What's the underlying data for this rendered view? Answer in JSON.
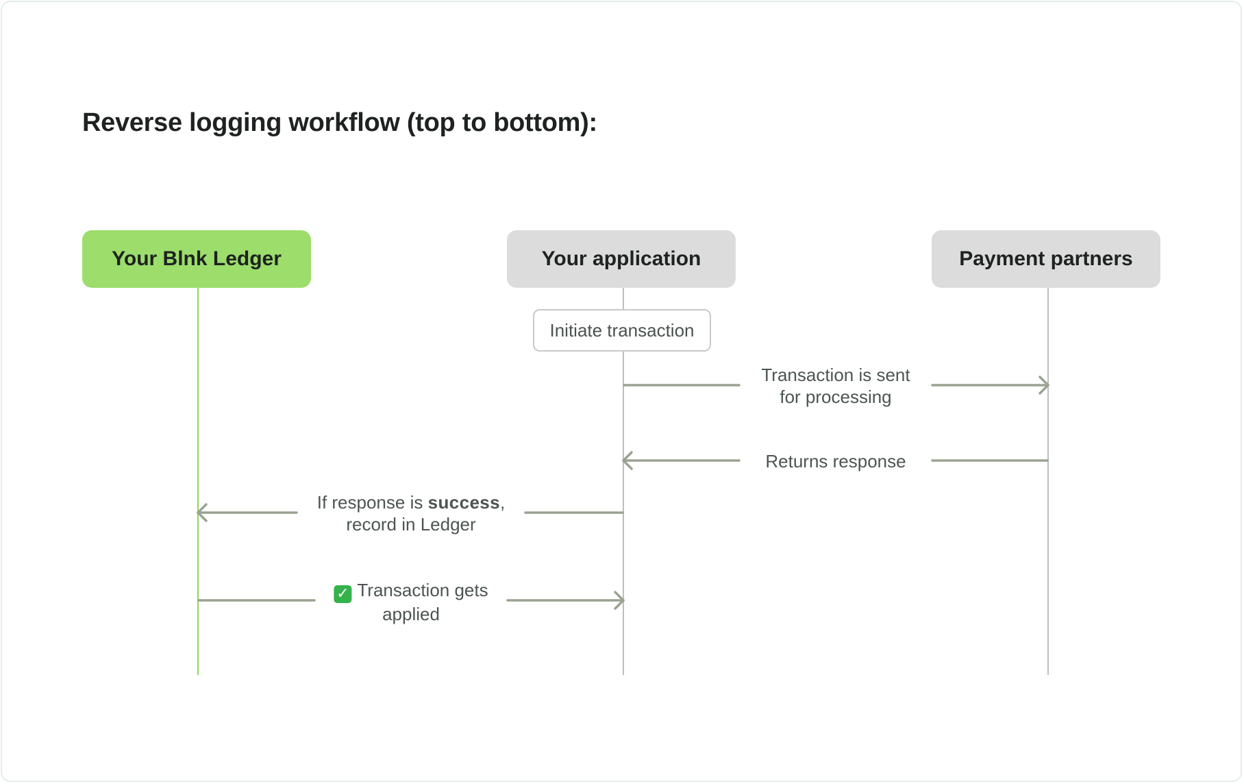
{
  "title": "Reverse logging workflow (top to bottom):",
  "actors": [
    {
      "label": "Your Blnk Ledger",
      "color": "#9cdd6c"
    },
    {
      "label": "Your application",
      "color": "#dcdcdc"
    },
    {
      "label": "Payment partners",
      "color": "#dcdcdc"
    }
  ],
  "steps": {
    "initiate": "Initiate transaction",
    "sent_line1": "Transaction is sent",
    "sent_line2": "for processing",
    "returns": "Returns response",
    "record_prefix": "If response is ",
    "record_bold": "success",
    "record_suffix": ",",
    "record_line2": "record in Ledger",
    "applied_icon": "check-mark-icon",
    "applied_line1": "Transaction gets",
    "applied_line2": "applied"
  },
  "colors": {
    "ledger_lifeline": "#8fd65e",
    "lifeline": "#bdbdbd",
    "arrow": "#9aa391"
  }
}
